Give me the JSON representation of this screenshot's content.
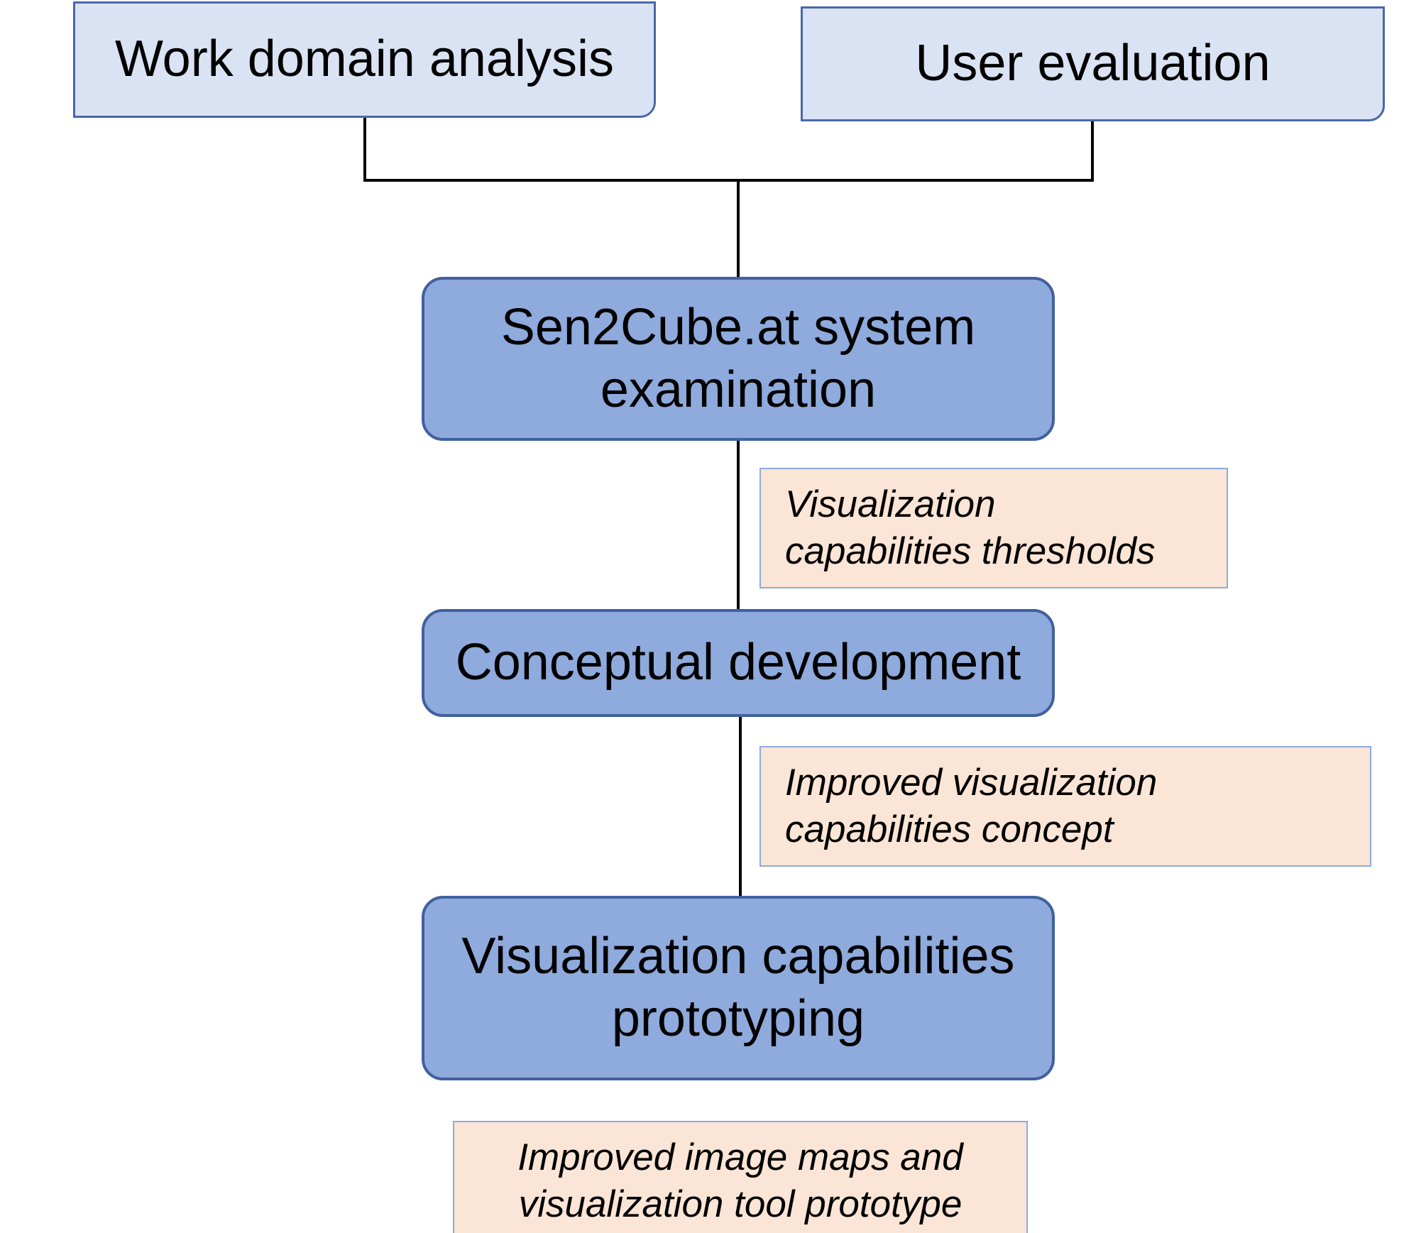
{
  "inputs": {
    "work_domain_analysis": "Work domain analysis",
    "user_evaluation": "User evaluation"
  },
  "stages": {
    "system_examination": "Sen2Cube.at system\nexamination",
    "conceptual_development": "Conceptual development",
    "prototyping": "Visualization capabilities\nprototyping"
  },
  "outputs": {
    "thresholds": "Visualization\ncapabilities thresholds",
    "concept": "Improved visualization\ncapabilities concept",
    "prototype": "Improved image maps and\nvisualization tool prototype"
  },
  "colors": {
    "input_fill": "#dae3f3",
    "stage_fill": "#8faadc",
    "output_fill": "#fbe5d6",
    "border_blue": "#41609e",
    "connector": "#000000"
  }
}
